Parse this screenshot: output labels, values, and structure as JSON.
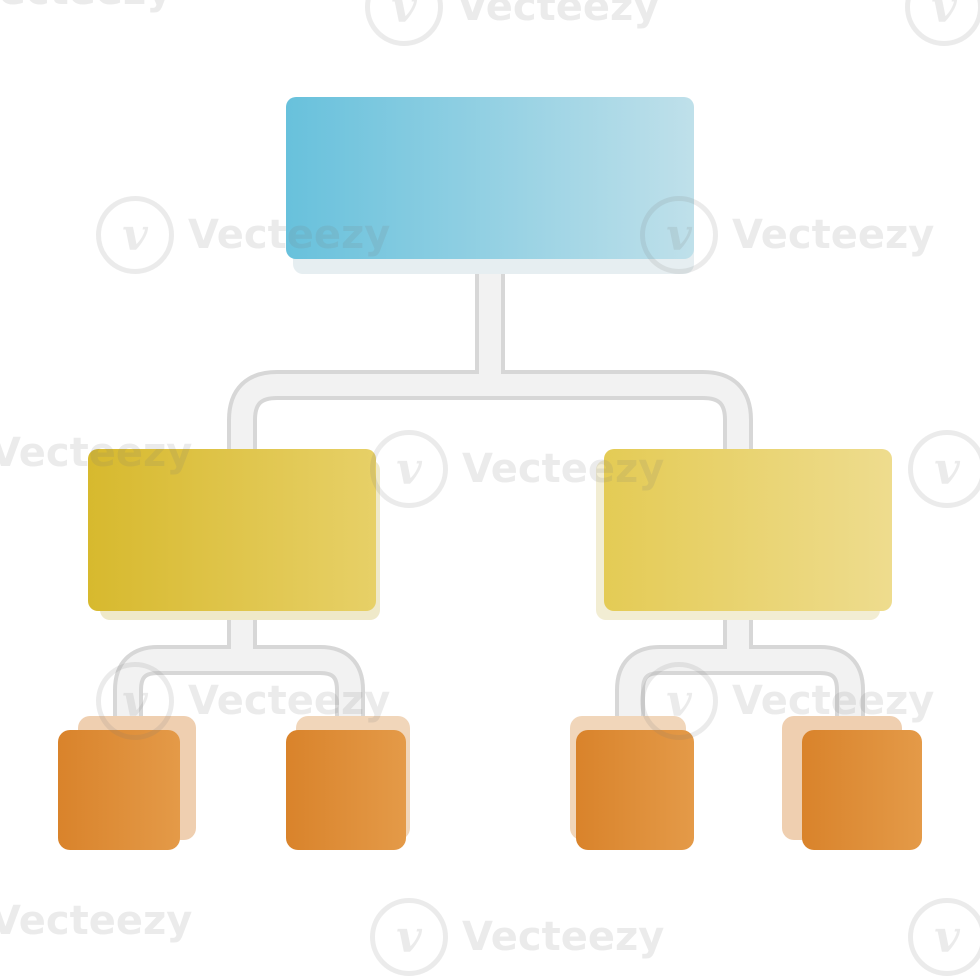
{
  "watermark": {
    "text": "Vecteezy",
    "logo_glyph": "v"
  },
  "diagram": {
    "type": "org-chart",
    "levels": [
      {
        "level": 0,
        "nodes": [
          "root"
        ]
      },
      {
        "level": 1,
        "nodes": [
          "left-branch",
          "right-branch"
        ]
      },
      {
        "level": 2,
        "nodes": [
          "left-leaf-1",
          "left-leaf-2",
          "right-leaf-1",
          "right-leaf-2"
        ]
      }
    ],
    "colors": {
      "root": "#74C6DF",
      "branch_left": "#D9BD35",
      "branch_right": "#E6CF6A",
      "leaf": "#DE8A33",
      "connector": "#EDEDED"
    }
  }
}
